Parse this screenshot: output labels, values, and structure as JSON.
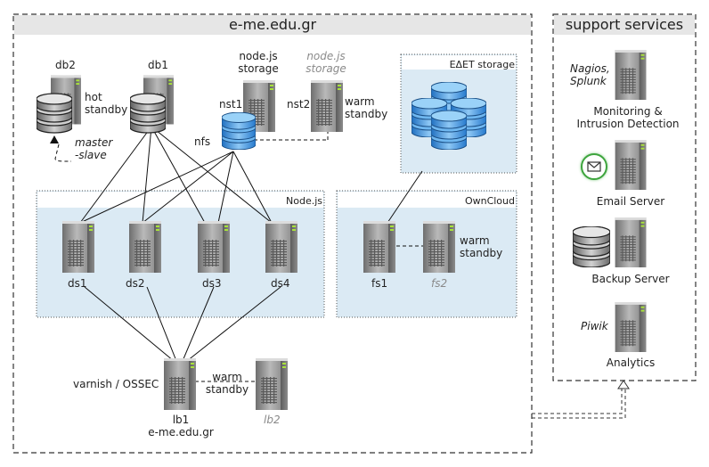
{
  "colors": {
    "panel_fill": "#dbeaf4",
    "db_blue": "#4b9ee3",
    "server_grey": "#8b8b8b",
    "ghost_label": "#8a8a8a",
    "mail_ring": "#3ea53e"
  },
  "main": {
    "title": "e-me.edu.gr"
  },
  "support": {
    "title": "support services",
    "monitoring": {
      "tools": "Nagios,\nSplunk",
      "label": "Monitoring &\nIntrusion Detection"
    },
    "email": {
      "label": "Email Server",
      "icon": "envelope-icon"
    },
    "backup": {
      "label": "Backup Server"
    },
    "analytics": {
      "tool": "Piwik",
      "label": "Analytics"
    }
  },
  "db": {
    "db2": "db2",
    "db1": "db1",
    "hot_standby": "hot\nstandby",
    "master_slave": "master\n-slave"
  },
  "nodejs_storage": {
    "active_label": "node.js\nstorage",
    "ghost_label": "node.js\nstorage",
    "nst1": "nst1",
    "nst2": "nst2",
    "warm_standby": "warm\nstandby",
    "nfs": "nfs"
  },
  "edet": {
    "title": "ΕΔΕΤ storage"
  },
  "nodejs_panel": {
    "title": "Node.js",
    "servers": [
      "ds1",
      "ds2",
      "ds3",
      "ds4"
    ]
  },
  "owncloud": {
    "title": "OwnCloud",
    "fs1": "fs1",
    "fs2": "fs2",
    "warm_standby": "warm\nstandby"
  },
  "lb": {
    "role": "varnish / OSSEC",
    "lb1": "lb1\ne-me.edu.gr",
    "lb2": "lb2",
    "warm_standby": "warm\nstandby"
  }
}
